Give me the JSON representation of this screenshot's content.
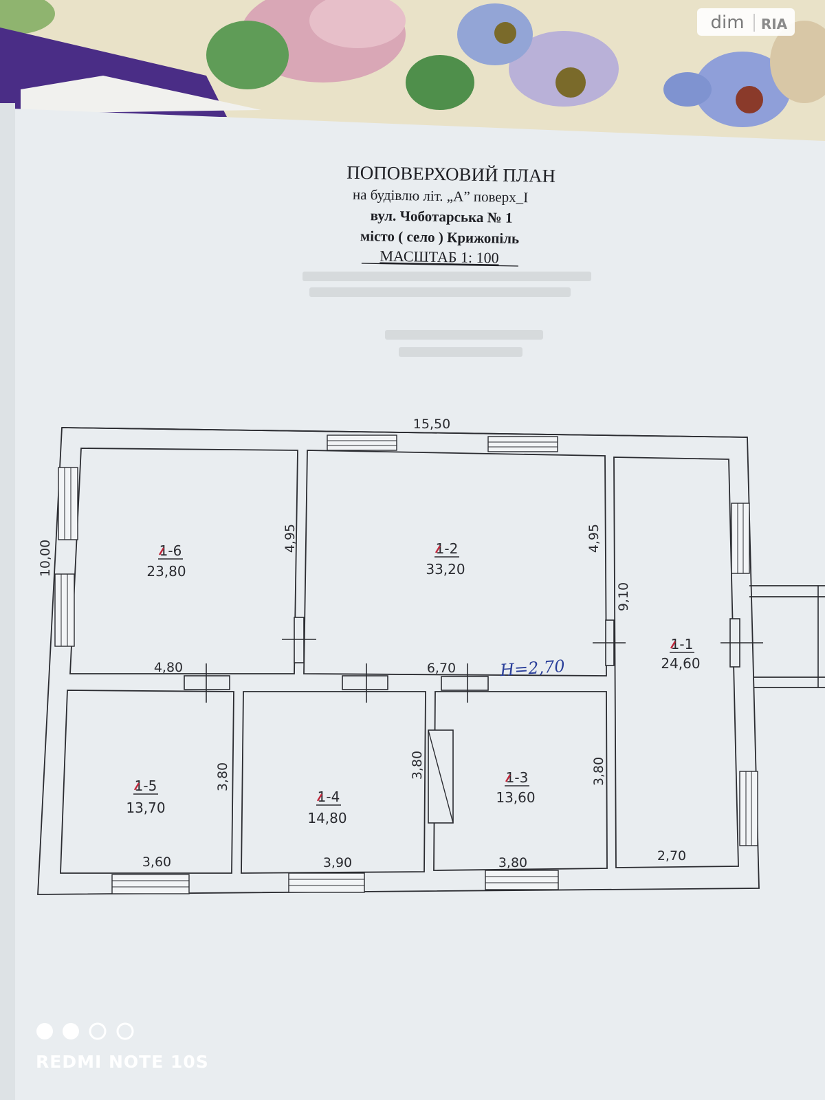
{
  "header": {
    "title": "ПОПОВЕРХОВИЙ ПЛАН",
    "building_line": "на будівлю  літ. „А” поверх_I",
    "street_line": "вул. Чоботарська № 1",
    "city_line": "місто ( село )   Крижопіль",
    "scale": "МАСШТАБ  1: 100"
  },
  "dimensions": {
    "top_total": "15,50",
    "left_total": "10,00",
    "room6_right": "4,95",
    "room2_right": "4,95",
    "corridor_right": "9,10",
    "room6_bottom": "4,80",
    "room2_bottom": "6,70",
    "room5_right": "3,80",
    "room3_left": "3,80",
    "room3_right": "3,80",
    "room5_bottom": "3,60",
    "room4_bottom": "3,90",
    "room3_bottom": "3,80",
    "room1_bottom": "2,70"
  },
  "rooms": [
    {
      "id": "1-6",
      "area": "23,80"
    },
    {
      "id": "1-2",
      "area": "33,20"
    },
    {
      "id": "1-1",
      "area": "24,60"
    },
    {
      "id": "1-5",
      "area": "13,70"
    },
    {
      "id": "1-4",
      "area": "14,80"
    },
    {
      "id": "1-3",
      "area": "13,60"
    }
  ],
  "handwritten_height": "H=2,70",
  "watermark": {
    "left": "dim",
    "right": "RIA"
  },
  "camera_label": "REDMI NOTE 10S",
  "colors": {
    "ink": "#2b2c31",
    "handwriting": "#2a3f9a",
    "red_mark": "#c0263a"
  }
}
